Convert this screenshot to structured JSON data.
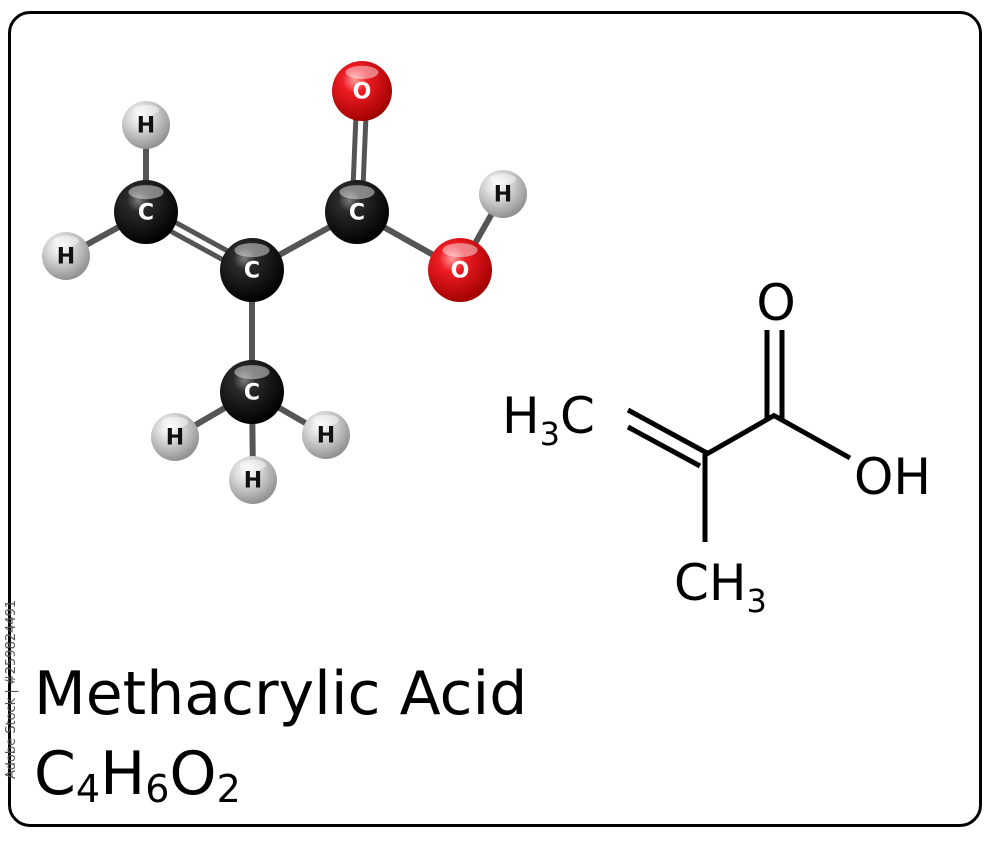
{
  "compound": {
    "name": "Methacrylic Acid",
    "formula": {
      "parts": [
        {
          "text": "C",
          "sub": "4"
        },
        {
          "text": "H",
          "sub": "6"
        },
        {
          "text": "O",
          "sub": "2"
        }
      ]
    }
  },
  "ball_and_stick": {
    "atoms": [
      {
        "id": "o_carbonyl",
        "element": "O",
        "label": "O",
        "color": "#e8121b"
      },
      {
        "id": "o_hydroxyl",
        "element": "O",
        "label": "O",
        "color": "#e8121b"
      },
      {
        "id": "h_hydroxyl",
        "element": "H",
        "label": "H",
        "color": "#c8c8c8"
      },
      {
        "id": "c_carboxyl",
        "element": "C",
        "label": "C",
        "color": "#111111"
      },
      {
        "id": "c_central",
        "element": "C",
        "label": "C",
        "color": "#111111"
      },
      {
        "id": "c_methylene",
        "element": "C",
        "label": "C",
        "color": "#111111"
      },
      {
        "id": "c_methyl",
        "element": "C",
        "label": "C",
        "color": "#111111"
      },
      {
        "id": "h_methylene_top",
        "element": "H",
        "label": "H",
        "color": "#c8c8c8"
      },
      {
        "id": "h_methylene_left",
        "element": "H",
        "label": "H",
        "color": "#c8c8c8"
      },
      {
        "id": "h_methyl_left",
        "element": "H",
        "label": "H",
        "color": "#c8c8c8"
      },
      {
        "id": "h_methyl_right",
        "element": "H",
        "label": "H",
        "color": "#c8c8c8"
      },
      {
        "id": "h_methyl_bottom",
        "element": "H",
        "label": "H",
        "color": "#c8c8c8"
      }
    ],
    "bonds": [
      {
        "from": "c_carboxyl",
        "to": "o_carbonyl",
        "order": 2
      },
      {
        "from": "c_carboxyl",
        "to": "o_hydroxyl",
        "order": 1
      },
      {
        "from": "o_hydroxyl",
        "to": "h_hydroxyl",
        "order": 1
      },
      {
        "from": "c_central",
        "to": "c_carboxyl",
        "order": 1
      },
      {
        "from": "c_central",
        "to": "c_methylene",
        "order": 2
      },
      {
        "from": "c_central",
        "to": "c_methyl",
        "order": 1
      },
      {
        "from": "c_methylene",
        "to": "h_methylene_top",
        "order": 1
      },
      {
        "from": "c_methylene",
        "to": "h_methylene_left",
        "order": 1
      },
      {
        "from": "c_methyl",
        "to": "h_methyl_left",
        "order": 1
      },
      {
        "from": "c_methyl",
        "to": "h_methyl_right",
        "order": 1
      },
      {
        "from": "c_methyl",
        "to": "h_methyl_bottom",
        "order": 1
      }
    ]
  },
  "skeletal": {
    "labels": {
      "carbonyl_o": "O",
      "hydroxyl": "OH",
      "methylene": {
        "main": "H",
        "sub": "3",
        "tail": "C"
      },
      "methyl": {
        "main": "CH",
        "sub": "3"
      }
    }
  },
  "watermark": {
    "stock_id": "Adobe Stock | #259824491"
  },
  "colors": {
    "oxygen": "#e8121b",
    "carbon": "#111111",
    "hydrogen": "#c8c8c8",
    "bond": "#555555",
    "outline": "#000000"
  }
}
